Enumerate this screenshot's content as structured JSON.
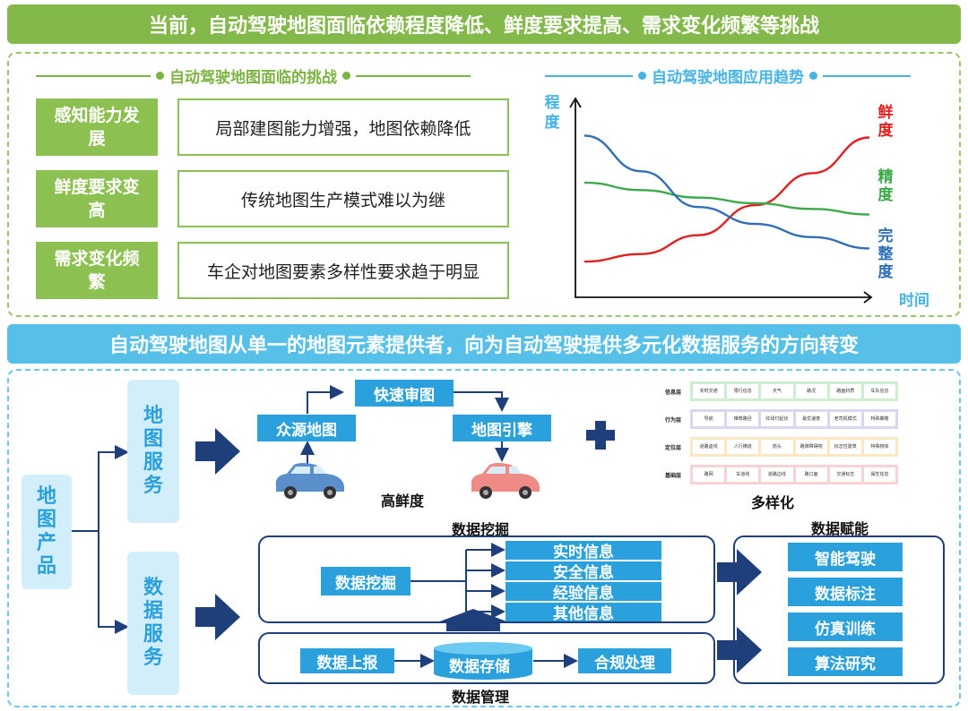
{
  "header": {
    "banner_top": "当前，自动驾驶地图面临依赖程度降低、鲜度要求提高、需求变化频繁等挑战",
    "banner_middle": "自动驾驶地图从单一的地图元素提供者，向为自动驾驶提供多元化数据服务的方向转变"
  },
  "challenges": {
    "title": "自动驾驶地图面临的挑战",
    "items": [
      {
        "label": "感知能力发展",
        "text": "局部建图能力增强，地图依赖降低"
      },
      {
        "label": "鲜度要求变高",
        "text": "传统地图生产模式难以为继"
      },
      {
        "label": "需求变化频繁",
        "text": "车企对地图要素多样性要求趋于明显"
      }
    ]
  },
  "trend": {
    "title": "自动驾驶地图应用趋势",
    "y_axis": "程度",
    "x_axis": "时间",
    "series_labels": {
      "freshness": "鲜度",
      "precision": "精度",
      "completeness": "完整度"
    },
    "colors": {
      "freshness": "#e02020",
      "precision": "#3caa48",
      "completeness": "#2f6fb6",
      "axis": "#111111"
    }
  },
  "chart_data": {
    "type": "line",
    "title": "",
    "xlabel": "时间",
    "ylabel": "程度",
    "xlim": [
      0,
      10
    ],
    "ylim": [
      0,
      10
    ],
    "grid": false,
    "series": [
      {
        "name": "鲜度",
        "x": [
          0,
          2,
          4,
          6,
          8,
          10
        ],
        "y": [
          1.9,
          2.3,
          3.3,
          4.9,
          6.6,
          8.5
        ]
      },
      {
        "name": "精度",
        "x": [
          0,
          2,
          4,
          6,
          8,
          10
        ],
        "y": [
          6.1,
          5.7,
          5.3,
          5.0,
          4.7,
          4.4
        ]
      },
      {
        "name": "完整度",
        "x": [
          0,
          2,
          4,
          6,
          8,
          10
        ],
        "y": [
          8.6,
          6.7,
          4.8,
          3.9,
          3.2,
          2.6
        ]
      }
    ]
  },
  "products": {
    "root": "地图产品",
    "map_service": "地图服务",
    "data_service": "数据服务",
    "crowd": "众源地图",
    "review": "快速审图",
    "engine": "地图引擎",
    "fresh_caption": "高鲜度",
    "diverse_caption": "多样化",
    "plus_color": "#1f3f7a"
  },
  "layer_grid": {
    "rows": [
      {
        "label": "信息层",
        "fill": "#cdeecf",
        "cells": [
          "实时交通",
          "限行信息",
          "天气",
          "路况",
          "路面材质",
          "车队信息"
        ]
      },
      {
        "label": "行为层",
        "fill": "#d6d8f2",
        "cells": [
          "导航",
          "推荐路径",
          "红绿灯起伏",
          "最优速度",
          "老司机模式",
          "特殊策略"
        ]
      },
      {
        "label": "定位层",
        "fill": "#fbe7c2",
        "cells": [
          "道路虚线",
          "人行横道",
          "箭头",
          "路牌障碍物",
          "标志性建筑",
          "特殊物体"
        ]
      },
      {
        "label": "基础层",
        "fill": "#f8d3d3",
        "cells": [
          "路网",
          "车道线",
          "道路边线",
          "路口面",
          "交通标志",
          "属性信息"
        ]
      }
    ]
  },
  "mining": {
    "caption": "数据挖掘",
    "source": "数据挖掘",
    "outputs": [
      "实时信息",
      "安全信息",
      "经验信息",
      "其他信息"
    ]
  },
  "management": {
    "caption": "数据管理",
    "report": "数据上报",
    "storage": "数据存储",
    "compliance": "合规处理"
  },
  "empower": {
    "caption": "数据赋能",
    "items": [
      "智能驾驶",
      "数据标注",
      "仿真训练",
      "算法研究"
    ]
  }
}
